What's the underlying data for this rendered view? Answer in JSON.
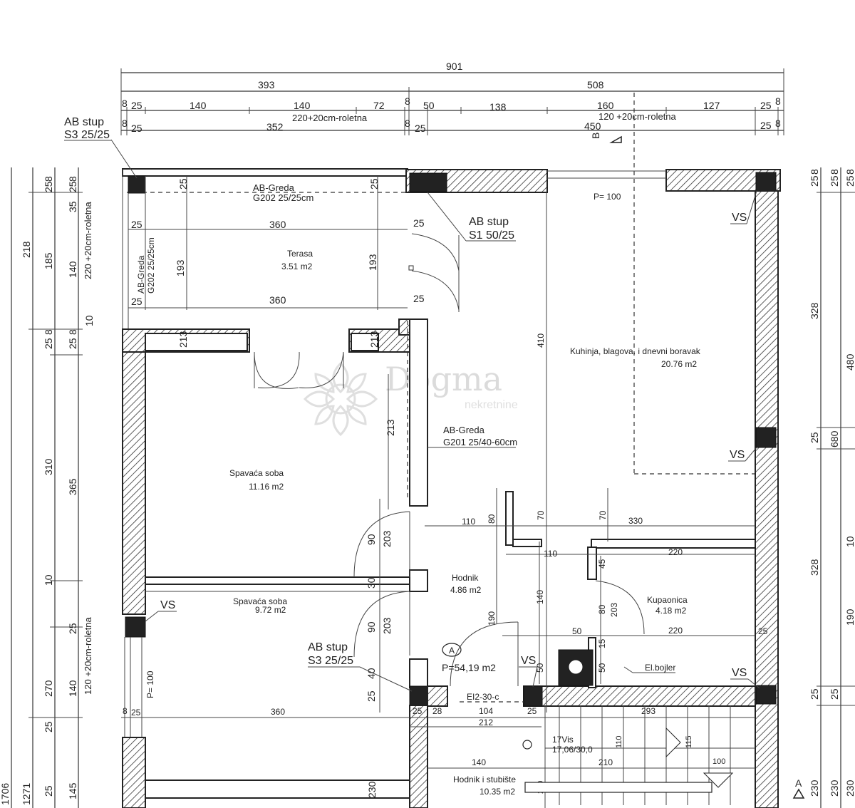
{
  "dimensions": {
    "total": "901",
    "left_width": "393",
    "right_width": "508",
    "row3": [
      "8",
      "25",
      "140",
      "140",
      "72",
      "8",
      "50",
      "138",
      "160",
      "127",
      "25",
      "8"
    ],
    "window_left": "220+20cm-roletna",
    "window_right": "120 +20cm-roletna",
    "row4": [
      "8",
      "25",
      "352",
      "8",
      "25",
      "450",
      "25",
      "8"
    ],
    "left_vertical": [
      "1706",
      "1271",
      "218",
      "185",
      "310",
      "365",
      "270",
      "145",
      "140",
      "10",
      "25",
      "8",
      "25",
      "8",
      "35",
      "140",
      "25",
      "25",
      "8",
      "25",
      "8",
      "10",
      "25",
      "25"
    ],
    "left_window_top": "220 +20cm-roletna",
    "left_window_bottom": "120 +20cm-roletna",
    "right_vertical": [
      "328",
      "680",
      "480",
      "328",
      "25",
      "25",
      "25",
      "10",
      "190",
      "230",
      "230",
      "230",
      "25",
      "8",
      "25",
      "8",
      "25",
      "8"
    ],
    "interior": [
      "25",
      "360",
      "25",
      "193",
      "193",
      "360",
      "25",
      "25",
      "25",
      "25",
      "213",
      "203",
      "90",
      "30",
      "203",
      "90",
      "40",
      "25",
      "410",
      "110",
      "80",
      "70",
      "70",
      "330",
      "110",
      "220",
      "45",
      "140",
      "203",
      "80",
      "50",
      "220",
      "50",
      "15",
      "50",
      "190",
      "8",
      "25",
      "360",
      "25",
      "28",
      "104",
      "25",
      "293",
      "212",
      "140",
      "210",
      "110",
      "115",
      "100",
      "230",
      "230",
      "25"
    ]
  },
  "labels": {
    "ab_stup_s3_top": "AB stup",
    "ab_stup_s3_top_size": "S3 25/25",
    "ab_stup_s1": "AB stup",
    "ab_stup_s1_size": "S1 50/25",
    "ab_stup_s3_mid": "AB stup",
    "ab_stup_s3_mid_size": "S3 25/25",
    "ab_greda_top": "AB-Greda",
    "ab_greda_top_size": "G202 25/25cm",
    "ab_greda_vert": "AB-Greda",
    "ab_greda_vert_size": "G202 25/25cm",
    "ab_greda_mid": "AB-Greda",
    "ab_greda_mid_size": "G201 25/40-60cm",
    "p100_top": "P= 100",
    "p100_left": "P= 100",
    "section_b": "B",
    "section_a": "A",
    "circle_a": "A",
    "total_area": "P=54,19 m2",
    "ei": "EI2-30-c",
    "stairs": "17Vis",
    "stairs_size": "17,06/30,0",
    "el_bojler": "El.bojler",
    "vs": "VS"
  },
  "rooms": [
    {
      "name": "Terasa",
      "area": "3.51 m2"
    },
    {
      "name": "Kuhinja, blagova. i dnevni boravak",
      "area": "20.76 m2"
    },
    {
      "name": "Spavaća soba",
      "area": "11.16 m2"
    },
    {
      "name": "Spavaća soba",
      "area": "9.72 m2"
    },
    {
      "name": "Hodnik",
      "area": "4.86 m2"
    },
    {
      "name": "Kupaonica",
      "area": "4.18 m2"
    },
    {
      "name": "Hodnik i stubište",
      "area": "10.35 m2"
    }
  ],
  "watermark": {
    "brand": "Dogma",
    "sub": "nekretnine"
  }
}
